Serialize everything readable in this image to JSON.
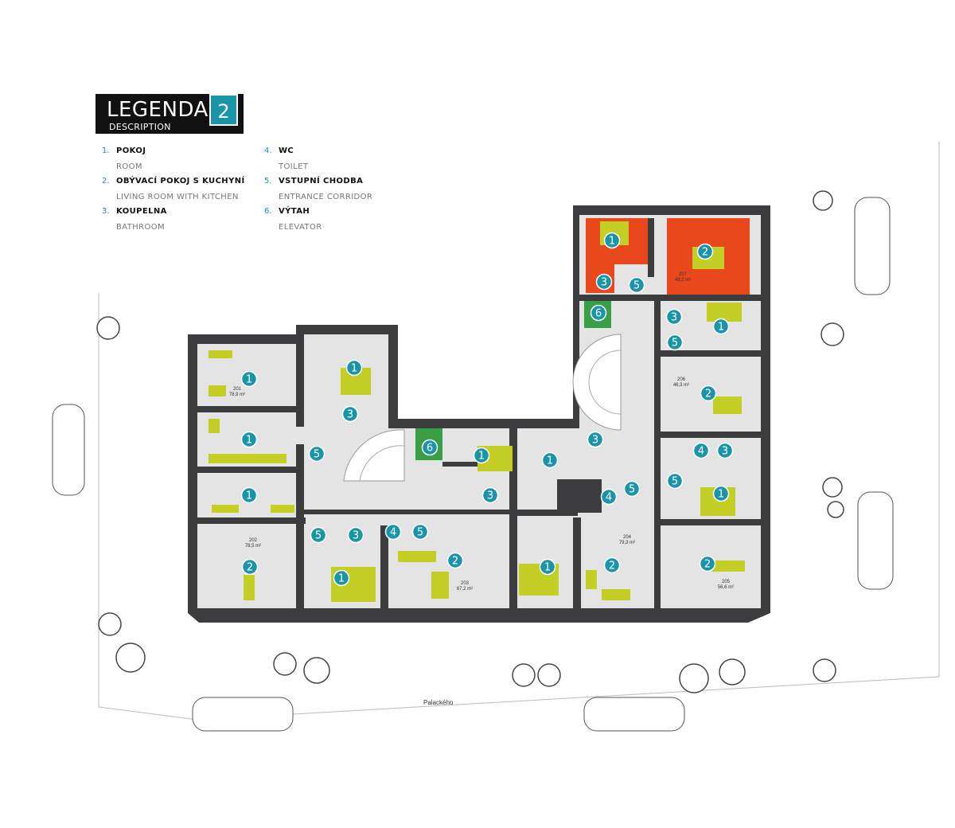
{
  "legend": {
    "title": "LEGENDA",
    "subtitle": "DESCRIPTION",
    "floor": "2",
    "items": [
      {
        "num": "1.",
        "cz": "POKOJ",
        "en": "ROOM"
      },
      {
        "num": "2.",
        "cz": "OBÝVACÍ POKOJ S KUCHYNÍ",
        "en": "LIVING ROOM WITH KITCHEN"
      },
      {
        "num": "3.",
        "cz": "KOUPELNA",
        "en": "BATHROOM"
      },
      {
        "num": "4.",
        "cz": "WC",
        "en": "TOILET"
      },
      {
        "num": "5.",
        "cz": "VSTUPNÍ CHODBA",
        "en": "ENTRANCE CORRIDOR"
      },
      {
        "num": "6.",
        "cz": "VÝTAH",
        "en": "ELEVATOR"
      }
    ]
  },
  "street": "Palackého",
  "units": [
    {
      "id": "201",
      "area": "78,9 m²"
    },
    {
      "id": "202",
      "area": "78,5 m²"
    },
    {
      "id": "203",
      "area": "67,2 m²"
    },
    {
      "id": "204",
      "area": "79,3 m²"
    },
    {
      "id": "205",
      "area": "56,6 m²"
    },
    {
      "id": "206",
      "area": "46,3 m²"
    },
    {
      "id": "207",
      "area": "49,2 m²"
    }
  ],
  "markers": [
    "1",
    "2",
    "3",
    "4",
    "5",
    "6"
  ],
  "colors": {
    "accent": "#1a94a8",
    "highlight": "#e8481c",
    "furniture": "#c3cf24",
    "elevator": "#3aa046",
    "wall": "#3d3d3f",
    "floor": "#e4e4e4"
  }
}
